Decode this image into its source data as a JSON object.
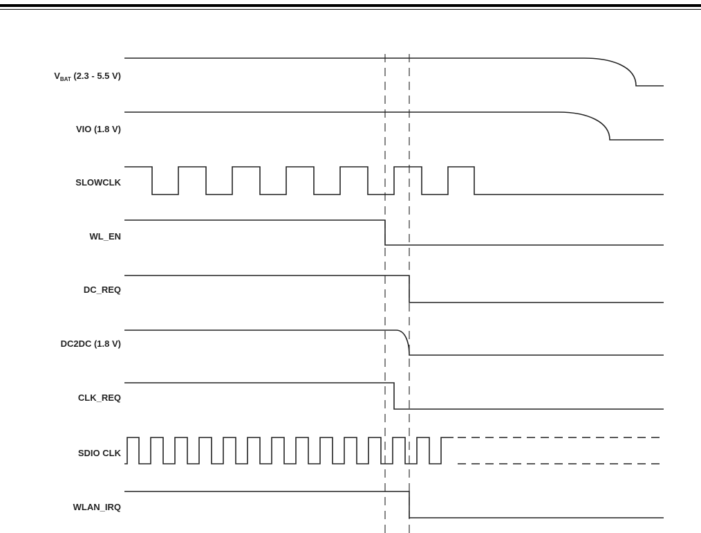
{
  "diagram": {
    "signals": [
      {
        "id": "vbat",
        "name": "V",
        "subscript": "BAT",
        "suffix": " (2.3 - 5.5 V)"
      },
      {
        "id": "vio",
        "name": "VIO (1.8 V)"
      },
      {
        "id": "slowclk",
        "name": "SLOWCLK"
      },
      {
        "id": "wl_en",
        "name": "WL_EN"
      },
      {
        "id": "dc_req",
        "name": "DC_REQ"
      },
      {
        "id": "dc2dc",
        "name": "DC2DC (1.8 V)"
      },
      {
        "id": "clk_req",
        "name": "CLK_REQ"
      },
      {
        "id": "sdio_clk",
        "name": "SDIO CLK"
      },
      {
        "id": "wlan_irq",
        "name": "WLAN_IRQ"
      }
    ]
  }
}
